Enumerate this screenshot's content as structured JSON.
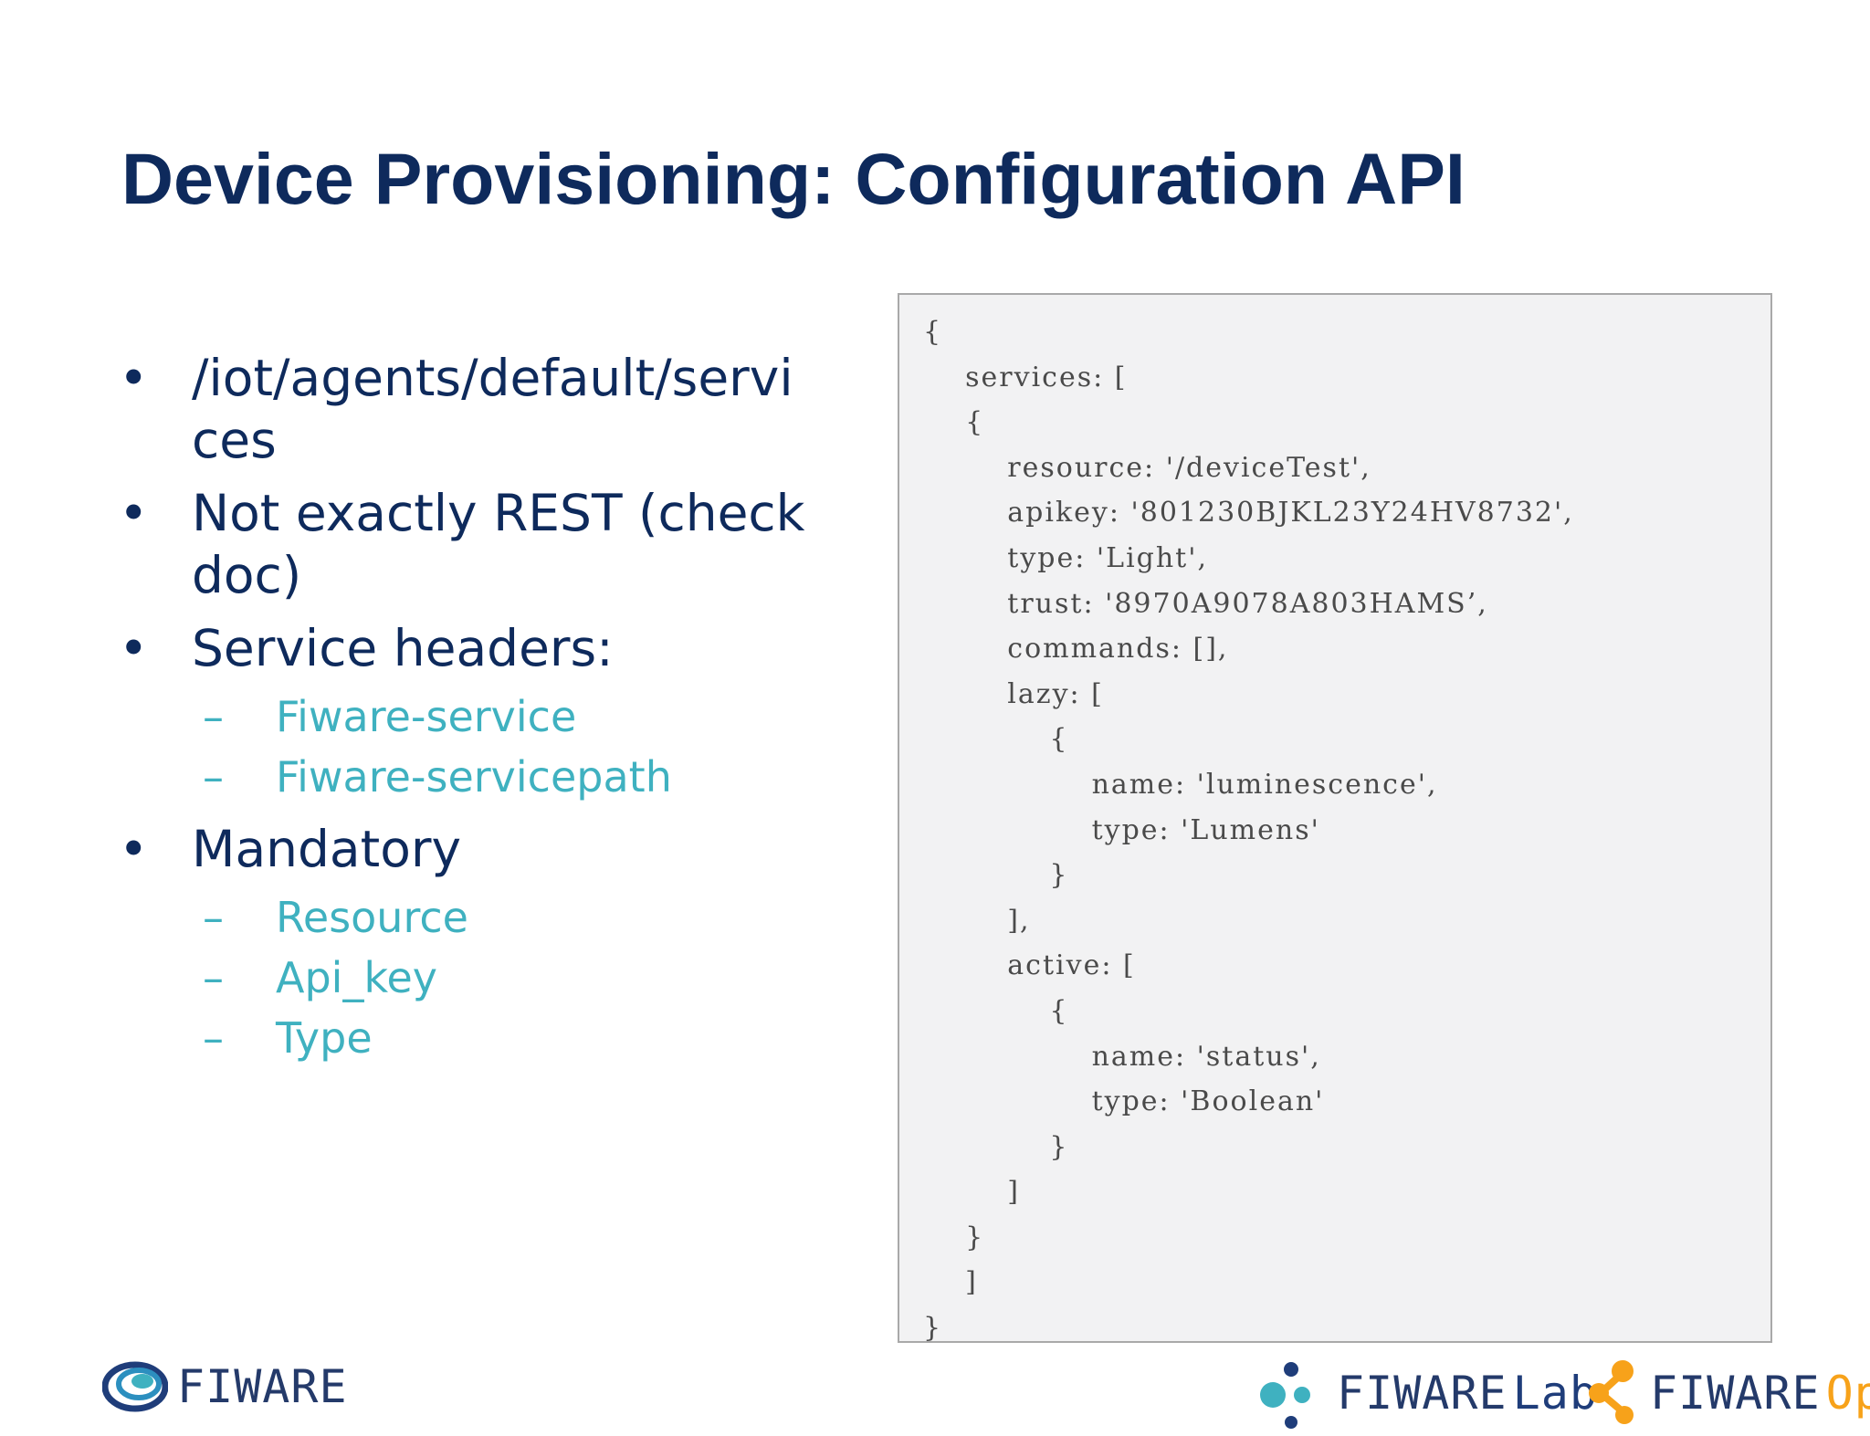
{
  "slide": {
    "title": "Device Provisioning: Configuration API"
  },
  "bullets": [
    {
      "marker": "•",
      "text": "/iot/agents/default/servi ces",
      "subitems": []
    },
    {
      "marker": "•",
      "text": "Not exactly REST (check doc)",
      "subitems": []
    },
    {
      "marker": "•",
      "text": "Service headers:",
      "subitems": [
        {
          "marker": "–",
          "text": "Fiware-service"
        },
        {
          "marker": "–",
          "text": "Fiware-servicepath"
        }
      ]
    },
    {
      "marker": "•",
      "text": "Mandatory",
      "subitems": [
        {
          "marker": "–",
          "text": "Resource"
        },
        {
          "marker": "–",
          "text": "Api_key"
        },
        {
          "marker": "–",
          "text": "Type"
        }
      ]
    }
  ],
  "code": {
    "lines": [
      "{",
      "    services: [",
      "    {",
      "        resource: '/deviceTest',",
      "        apikey: '801230BJKL23Y24HV8732',",
      "        type: 'Light',",
      "        trust: '8970A9078A803HAMS’,",
      "        commands: [],",
      "        lazy: [",
      "            {",
      "                name: 'luminescence',",
      "                type: 'Lumens'",
      "            }",
      "        ],",
      "        active: [",
      "            {",
      "                name: 'status',",
      "                type: 'Boolean'",
      "            }",
      "        ]",
      "    }",
      "    ]",
      "}"
    ]
  },
  "footer": {
    "left_logo": {
      "icon": "fiware-swirl-icon",
      "text": "FIWARE"
    },
    "lab_logo": {
      "icon": "fiware-lab-dots-icon",
      "text": "FIWARE",
      "suffix": "Lab"
    },
    "ops_logo": {
      "icon": "fiware-ops-nodes-icon",
      "text": "FIWARE",
      "suffix": "Ops"
    }
  },
  "colors": {
    "title": "#0e2a5c",
    "bullet_text": "#0e2a5c",
    "subitem_text": "#3fb1c0",
    "code_bg": "#f2f2f3",
    "code_border": "#a9a9a9",
    "ops_accent": "#f7a21a"
  }
}
